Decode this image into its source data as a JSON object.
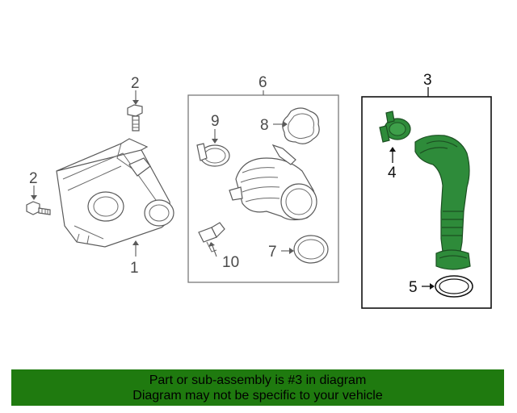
{
  "callouts": {
    "part_1": "1",
    "part_2_top": "2",
    "part_2_left": "2",
    "part_3": "3",
    "part_4": "4",
    "part_5": "5",
    "part_6": "6",
    "part_7": "7",
    "part_8": "8",
    "part_9": "9",
    "part_10": "10"
  },
  "banner": {
    "line1": "Part or sub-assembly is #3 in diagram",
    "line2": "Diagram may not be specific to your vehicle"
  },
  "colors": {
    "highlight_part": "#2e8b3a",
    "banner_background": "#1f7a0f"
  }
}
